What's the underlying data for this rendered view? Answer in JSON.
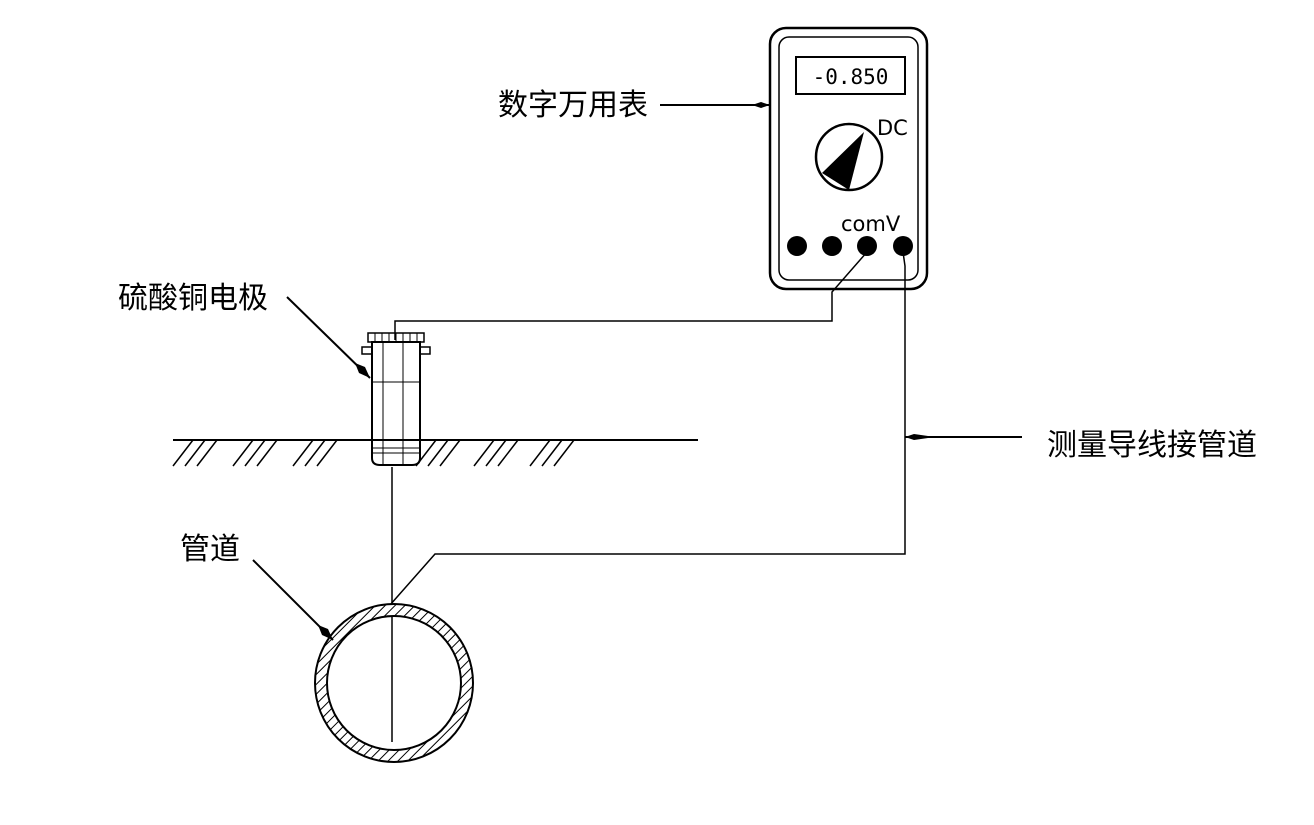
{
  "labels": {
    "multimeter": "数字万用表",
    "electrode": "硫酸铜电极",
    "pipe": "管道",
    "lead": "测量导线接管道"
  },
  "multimeter": {
    "display_value": "-0.850",
    "mode": "DC",
    "terminal_label": "comV",
    "terminal_count": 4
  }
}
